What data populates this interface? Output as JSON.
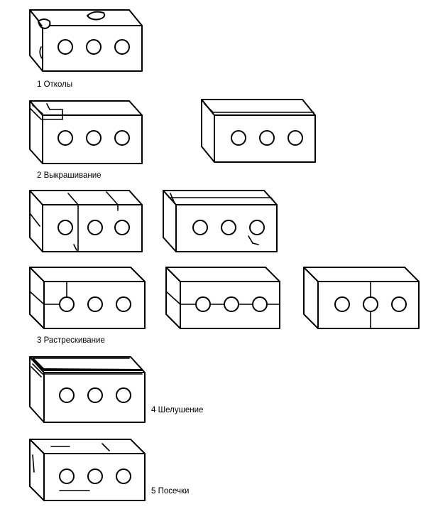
{
  "captions": {
    "c1": "1 Отколы",
    "c2": "2 Выкрашивание",
    "c3": "3 Растрескивание",
    "c4": "4 Шелушение",
    "c5": "5 Посечки"
  }
}
